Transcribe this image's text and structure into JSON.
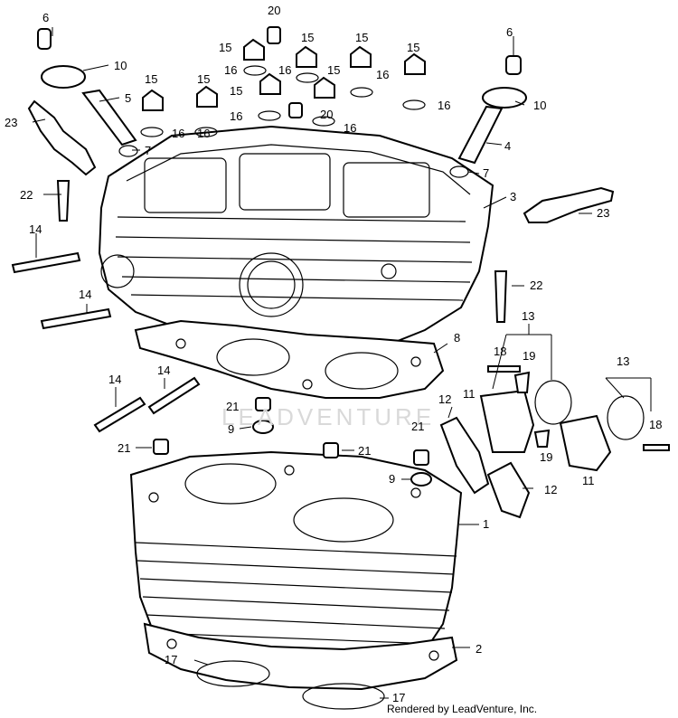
{
  "diagram": {
    "labels": [
      "6",
      "10",
      "5",
      "23",
      "7",
      "15",
      "16",
      "20",
      "15",
      "16",
      "15",
      "15",
      "16",
      "15",
      "16",
      "20",
      "16",
      "15",
      "16",
      "6",
      "10",
      "4",
      "7",
      "3",
      "22",
      "14",
      "23",
      "14",
      "22",
      "13",
      "8",
      "18",
      "19",
      "11",
      "12",
      "14",
      "14",
      "21",
      "9",
      "21",
      "21",
      "13",
      "21",
      "9",
      "18",
      "19",
      "11",
      "12",
      "1",
      "2",
      "17",
      "17",
      "15",
      "15",
      "16",
      "16"
    ]
  },
  "watermark": "LEADVENTURE",
  "credit": "Rendered by LeadVenture, Inc."
}
